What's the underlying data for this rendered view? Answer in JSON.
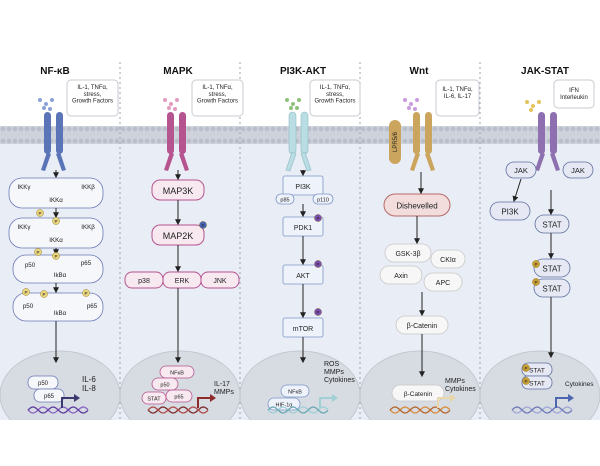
{
  "pathways": [
    {
      "title": "NF-κB",
      "ligands": "IL-1, TNFα,\nstress,\nGrowth Factors",
      "nodes": {
        "ikkg1": "IKKγ",
        "ikkb1": "IKKβ",
        "ikka1": "IKKα",
        "ikkg2": "IKKγ",
        "ikkb2": "IKKβ",
        "ikka2": "IKKα",
        "p50a": "p50",
        "p65a": "p65",
        "ikba1": "IkBα",
        "p50b": "p50",
        "p65b": "p65",
        "ikba2": "IkBα"
      },
      "nucleus": {
        "p50": "p50",
        "p65": "p65",
        "genes": "IL-6\nIL-8"
      }
    },
    {
      "title": "MAPK",
      "ligands": "IL-1, TNFα,\nstress,\nGrowth Factors",
      "nodes": {
        "map3k": "MAP3K",
        "map2k": "MAP2K",
        "p38": "p38",
        "erk": "ERK",
        "jnk": "JNK"
      },
      "nucleus": {
        "nfkb": "NFκB",
        "p50": "p50",
        "p65": "p65",
        "stat": "STAT",
        "genes": "IL-17\nMMPs"
      }
    },
    {
      "title": "PI3K-AKT",
      "ligands": "IL-1, TNFα,\nstress,\nGrowth Factors",
      "nodes": {
        "pi3k": "PI3K",
        "p85": "p85",
        "p110": "p110",
        "pdk1": "PDK1",
        "akt": "AKT",
        "mtor": "mTOR"
      },
      "outputs": "ROS\nMMPs\nCytokines",
      "nucleus": {
        "nfkb": "NFκB",
        "hif": "HIF-1α"
      }
    },
    {
      "title": "Wnt",
      "ligands": "IL-1, TNFα,\nIL-6, IL-17",
      "nodes": {
        "lrp": "LPR5/6",
        "dvl": "Dishevelled",
        "gsk": "GSK-3β",
        "ckia": "CKIα",
        "axin": "Axin",
        "apc": "APC",
        "bcat": "β-Catenin"
      },
      "nucleus": {
        "bcat": "β-Catenin",
        "genes": "MMPs\nCytokines"
      }
    },
    {
      "title": "JAK-STAT",
      "ligands": "IFN\nInterleukin",
      "nodes": {
        "jak1": "JAK",
        "jak2": "JAK",
        "pi3k": "PI3K",
        "stat1": "STAT",
        "stat2": "STAT",
        "stat3": "STAT"
      },
      "nucleus": {
        "stat1": "STAT",
        "stat2": "STAT",
        "genes": "Cytokines"
      }
    }
  ],
  "phospho_label": "P",
  "colors": {
    "membrane": "#c6ccd6",
    "cytoplasm": "#e7ecf5",
    "nucleus": "#d9dde4",
    "dna": "#a78bd6",
    "nfkb": "#5b74b8",
    "mapk": "#b5548f",
    "pi3k": "#a8cfd6",
    "wnt": "#c9a25c",
    "jak": "#8e6fb0",
    "phospho": "#c9a033"
  }
}
